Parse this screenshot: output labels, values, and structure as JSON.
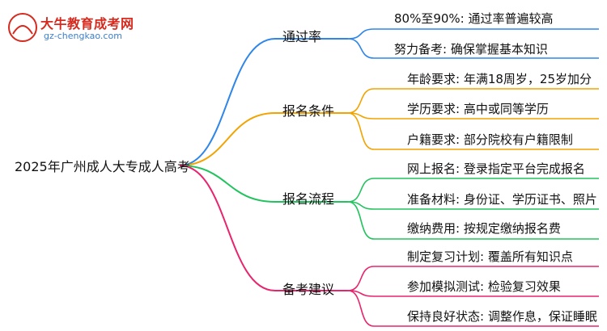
{
  "logo": {
    "title": "大牛教育成考网",
    "url": "gz-chengkao.com",
    "mark_text": "大牛"
  },
  "mindmap": {
    "root": "2025年广州成人大专成人高考",
    "branches": [
      {
        "label": "通过率",
        "color": "#2f86e8",
        "leaves": [
          "80%至90%: 通过率普遍较高",
          "努力备考: 确保掌握基本知识"
        ]
      },
      {
        "label": "报名条件",
        "color": "#f2a300",
        "leaves": [
          "年龄要求: 年满18周岁，25岁加分",
          "学历要求: 高中或同等学历",
          "户籍要求: 部分院校有户籍限制"
        ]
      },
      {
        "label": "报名流程",
        "color": "#22c35e",
        "leaves": [
          "网上报名: 登录指定平台完成报名",
          "准备材料: 身份证、学历证书、照片",
          "缴纳费用: 按规定缴纳报名费"
        ]
      },
      {
        "label": "备考建议",
        "color": "#e8246e",
        "leaves": [
          "制定复习计划: 覆盖所有知识点",
          "参加模拟测试: 检验复习效果",
          "保持良好状态: 调整作息，保证睡眠"
        ]
      }
    ]
  }
}
